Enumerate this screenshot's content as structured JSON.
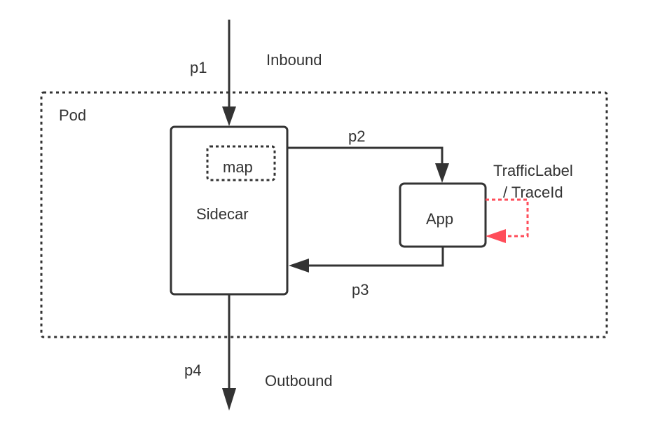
{
  "labels": {
    "p1": "p1",
    "inbound": "Inbound",
    "pod": "Pod",
    "map": "map",
    "sidecar": "Sidecar",
    "p2": "p2",
    "app": "App",
    "traffic_label": "TrafficLabel",
    "trace_id": "/ TraceId",
    "p3": "p3",
    "p4": "p4",
    "outbound": "Outbound"
  },
  "colors": {
    "line": "#333333",
    "text": "#333333",
    "highlight": "#ff4d5a",
    "background": "#ffffff"
  }
}
